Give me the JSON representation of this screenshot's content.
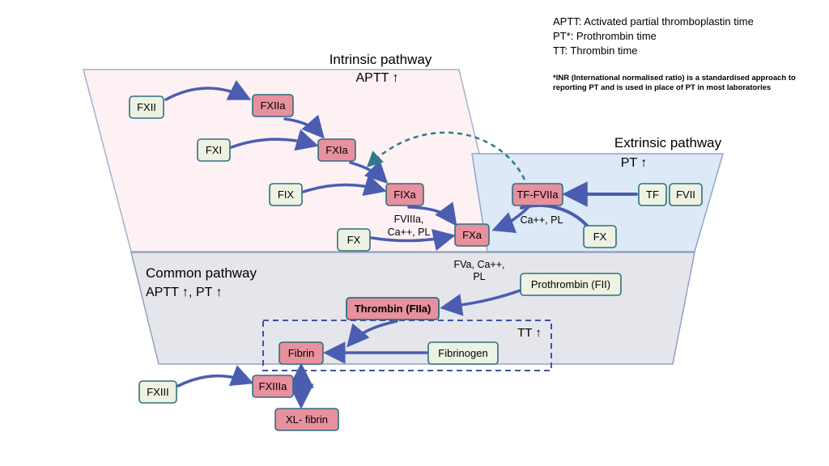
{
  "legend": {
    "line1": "APTT: Activated partial thromboplastin time",
    "line2": "PT*: Prothrombin time",
    "line3": "TT: Thrombin time",
    "note1": "*INR (International normalised ratio) is a standardised approach to",
    "note2": "reporting PT and is used in place of PT in most laboratories"
  },
  "pathways": {
    "intrinsic": {
      "title": "Intrinsic pathway",
      "subtitle": "APTT ↑"
    },
    "extrinsic": {
      "title": "Extrinsic pathway",
      "subtitle": "PT ↑"
    },
    "common": {
      "title": "Common pathway",
      "subtitle": "APTT ↑, PT ↑"
    },
    "tt": {
      "label": "TT ↑"
    }
  },
  "nodes": {
    "fxii": "FXII",
    "fxiia": "FXIIa",
    "fxi": "FXI",
    "fxia": "FXIa",
    "fix": "FIX",
    "fixa": "FIXa",
    "fx_intrinsic": "FX",
    "fxa": "FXa",
    "tf_fviia": "TF-FVIIa",
    "tf": "TF",
    "fvii": "FVII",
    "fx_extrinsic": "FX",
    "prothrombin": "Prothrombin (FII)",
    "thrombin": "Thrombin (FIIa)",
    "fibrinogen": "Fibrinogen",
    "fibrin": "Fibrin",
    "fxiii": "FXIII",
    "fxiiia": "FXIIIa",
    "xl_fibrin": "XL- fibrin"
  },
  "cofactors": {
    "fviiia_line1": "FVIIIa,",
    "fviiia_line2": "Ca++, PL",
    "ca_pl": "Ca++, PL",
    "fva_line1": "FVa, Ca++,",
    "fva_line2": "PL"
  },
  "colors": {
    "activated_fill": "#e8909d",
    "inactive_fill": "#edf2e2",
    "box_border": "#2f6f7e",
    "arrow_blue": "#4a5db0",
    "dashed_teal": "#2e7a8c",
    "intrinsic_bg": "#fdf1f4",
    "extrinsic_bg": "#dde9f6",
    "common_bg": "#e4e6ec",
    "tt_box_border": "#3f51a0"
  }
}
